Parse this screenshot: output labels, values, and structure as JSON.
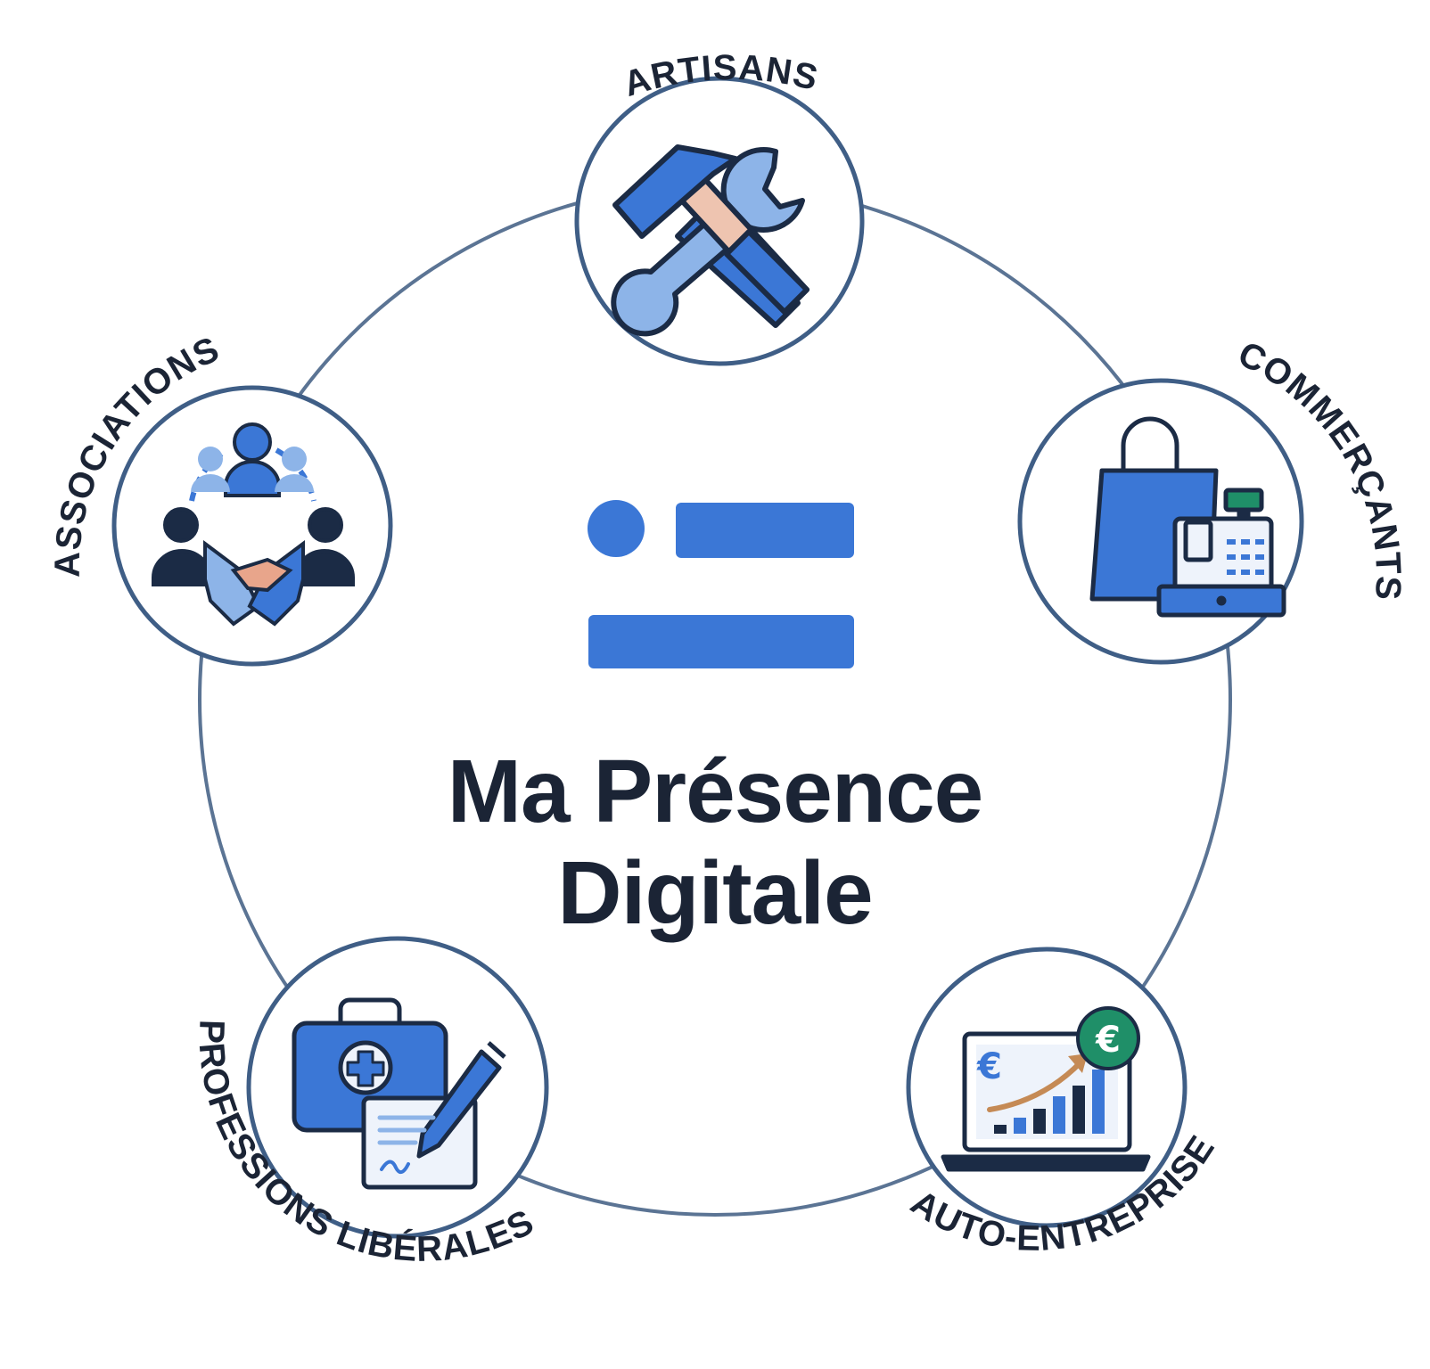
{
  "title": {
    "line1": "Ma Présence",
    "line2": "Digitale"
  },
  "colors": {
    "ring": "#5b7494",
    "node_border": "#3f5e86",
    "accent_blue": "#3b77d6",
    "light_blue": "#8db4e8",
    "navy": "#1b2b45",
    "skin": "#e8a58b",
    "green": "#1f8f68",
    "orange": "#c58a55",
    "text_dark": "#1b2435"
  },
  "nodes": [
    {
      "id": "artisans",
      "label": "ARTISANS",
      "icon": "hammer-wrench-icon"
    },
    {
      "id": "commercants",
      "label": "COMMERÇANTS",
      "icon": "shopping-bag-cash-register-icon"
    },
    {
      "id": "auto-entreprise",
      "label": "AUTO-ENTREPRISE",
      "icon": "laptop-euro-growth-icon"
    },
    {
      "id": "professions-liberales",
      "label": "PROFESSIONS LIBÉRALES",
      "icon": "medical-briefcase-pen-icon"
    },
    {
      "id": "associations",
      "label": "ASSOCIATIONS",
      "icon": "people-handshake-icon"
    }
  ]
}
